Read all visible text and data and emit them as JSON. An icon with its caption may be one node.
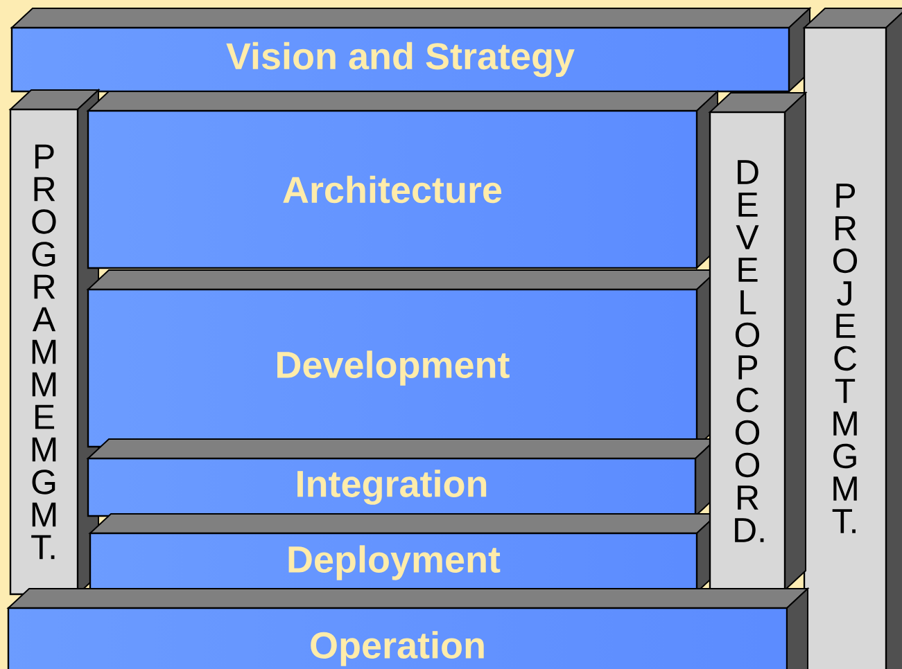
{
  "diagram": {
    "nodes": [
      {
        "text": [
          "Vision  and Strategy"
        ]
      },
      {
        "text": [
          "PROGRAMME MGMT."
        ]
      },
      {
        "text": [
          "Architecture"
        ]
      },
      {
        "text": [
          "Development"
        ]
      },
      {
        "text": [
          "Integration"
        ]
      },
      {
        "text": [
          "Deployment"
        ]
      },
      {
        "text": [
          "DEVELOP COORD."
        ]
      },
      {
        "text": [
          "PROJECT MGMT."
        ]
      },
      {
        "text": [
          "Operation"
        ]
      }
    ]
  }
}
